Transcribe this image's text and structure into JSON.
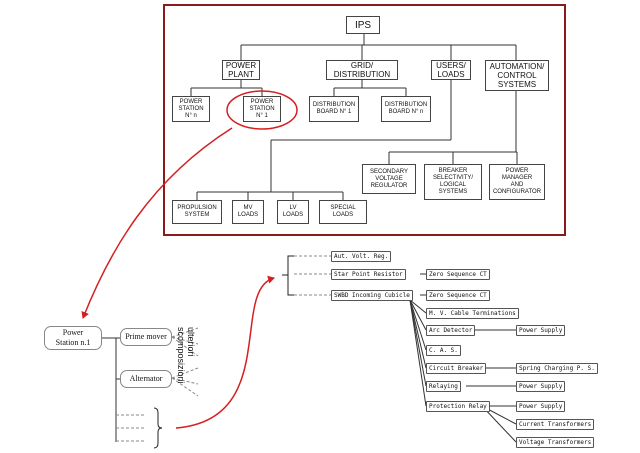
{
  "hierarchy": {
    "root": "IPS",
    "level1": [
      "POWER\nPLANT",
      "GRID/\nDISTRIBUTION",
      "USERS/\nLOADS",
      "AUTOMATION/\nCONTROL\nSYSTEMS"
    ],
    "power_stations": [
      "POWER\nSTATION\nN° n",
      "POWER\nSTATION\nN° 1"
    ],
    "distribution_boards": [
      "DISTRIBUTION\nBOARD N° 1",
      "DISTRIBUTION\nBOARD N° n"
    ],
    "loads": [
      "PROPULSION\nSYSTEM",
      "MV\nLOADS",
      "LV\nLOADS",
      "SPECIAL\nLOADS"
    ],
    "control_systems": [
      "SECONDARY\nVOLTAGE\nREGULATOR",
      "BREAKER\nSELECTIVITY/\nLOGICAL\nSYSTEMS",
      "POWER\nMANAGER\nAND\nCONFIGURATOR"
    ]
  },
  "station_detail": {
    "title": "Power\nStation n.1",
    "components": [
      "Prime mover",
      "Alternator"
    ],
    "rotated_label": "ulteriori\nscomposizioni"
  },
  "subcomponents": {
    "group": [
      "Aut. Volt. Reg.",
      "Star Point Resistor",
      "SWBD Incoming Cubicle"
    ],
    "star_point_child": "Zero Sequence CT",
    "cubicle_children": [
      "Zero Sequence CT",
      "M. V. Cable Terminations",
      "Arc Detector",
      "C. A. S.",
      "Circuit Breaker",
      "Relaying",
      "Protection Relay"
    ],
    "arc_detector_child": "Power Supply",
    "circuit_breaker_child": "Spring Charging P. S.",
    "relaying_child": "Power Supply",
    "protection_relay_children": [
      "Power Supply",
      "Current Transformers",
      "Voltage Transformers"
    ]
  },
  "colors": {
    "frame": "#8b1a1a",
    "highlight": "#d42020",
    "line": "#333333",
    "dashed": "#888888"
  }
}
